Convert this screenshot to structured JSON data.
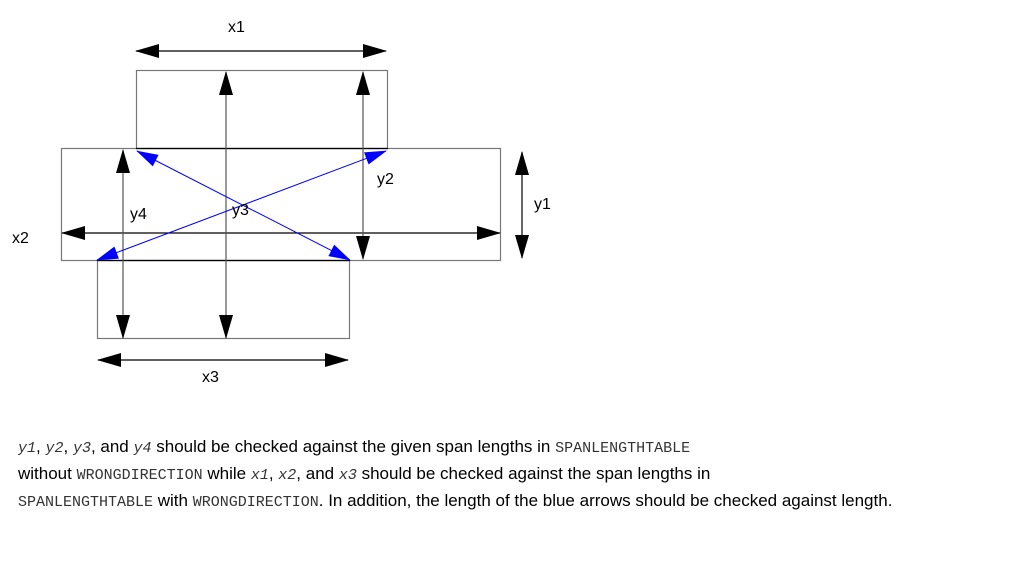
{
  "labels": {
    "x1": "x1",
    "x2": "x2",
    "x3": "x3",
    "y1": "y1",
    "y2": "y2",
    "y3": "y3",
    "y4": "y4"
  },
  "colors": {
    "box_stroke": "#777777",
    "arrow": "#000000",
    "blue_arrow": "#0000ff"
  },
  "caption": {
    "v_y1": "y1",
    "sep1": ", ",
    "v_y2": "y2",
    "sep2": ", ",
    "v_y3": "y3",
    "sep3": ", and ",
    "v_y4": "y4",
    "t1": " should be checked against the given span lengths in ",
    "c1": "SPANLENGTHTABLE",
    "t2": " without ",
    "c2": "WRONGDIRECTION",
    "t3": " while ",
    "v_x1": "x1",
    "sep4": ", ",
    "v_x2": "x2",
    "sep5": ", and ",
    "v_x3": "x3",
    "t4": " should be checked against the span lengths in ",
    "c3": "SPANLENGTHTABLE",
    "t5": " with ",
    "c4": "WRONGDIRECTION",
    "t6": ". In addition, the length of the blue arrows should be checked against length."
  }
}
